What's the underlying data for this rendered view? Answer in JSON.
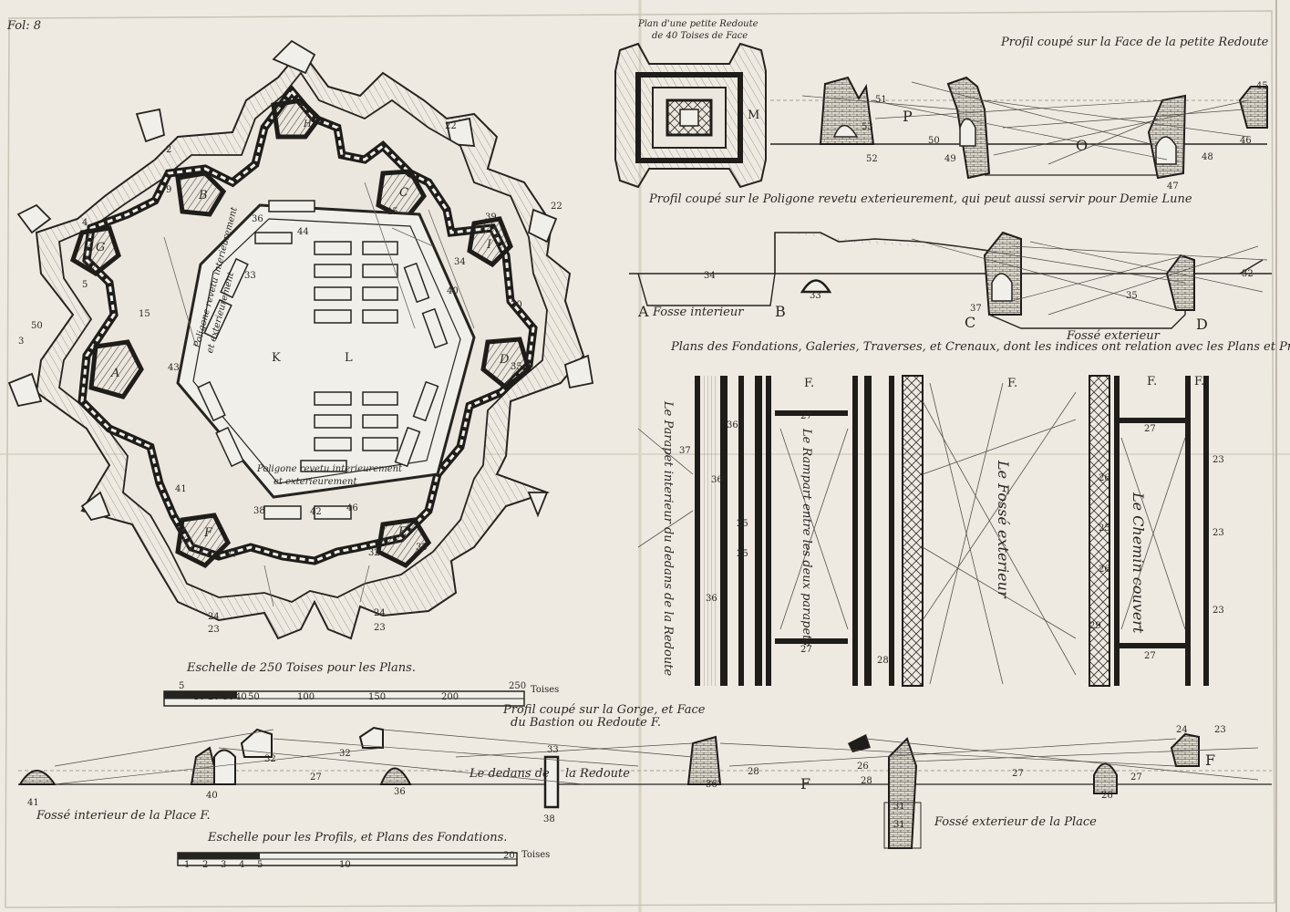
{
  "plate": {
    "folio": "Fol: 8",
    "fortress": {
      "letters": [
        "A",
        "B",
        "C",
        "D",
        "E",
        "F",
        "G",
        "H",
        "I",
        "K",
        "L"
      ],
      "inner_caption_1": "Poligone revetu interieurement",
      "inner_caption_2": "et exterieurement",
      "edge_text_1": "Poligone revetu interieurement",
      "edge_text_2": "et exterieurement",
      "bastion_numbers": [
        "22",
        "22",
        "23",
        "23",
        "24",
        "24",
        "44",
        "45",
        "46",
        "42",
        "43",
        "39",
        "40",
        "30",
        "32",
        "9",
        "2",
        "4",
        "5",
        "3",
        "50",
        "15",
        "41",
        "34",
        "35",
        "38",
        "33",
        "35",
        "36",
        "37"
      ]
    },
    "redoubt_title_1": "Plan d'une petite Redoute",
    "redoubt_title_2": "de 40 Toises de Face",
    "redoubt_letter": "M",
    "profile_redoubt_title": "Profil coupé sur la Face de la petite Redoute",
    "profile_redoubt_letters": [
      "P",
      "O"
    ],
    "profile_redoubt_numbers": [
      "45",
      "46",
      "47",
      "48",
      "49",
      "50",
      "51",
      "52",
      "53"
    ],
    "profile_polygon_title": "Profil coupé sur le Poligone revetu exterieurement, qui peut aussi servir pour Demie Lune",
    "profile_polygon_letters": [
      "A",
      "B",
      "C",
      "D"
    ],
    "fosse_interieur": "Fosse interieur",
    "fosse_exterieur": "Fossé exterieur",
    "profile_polygon_numbers": [
      "34",
      "33",
      "35",
      "37",
      "32"
    ],
    "foundations_title": "Plans des Fondations, Galeries, Traverses, et Crenaux, dont les indices ont relation avec les Plans et Profil.",
    "foundation_letters": [
      "F.",
      "F.",
      "F.",
      "F."
    ],
    "foundation_texts": [
      "Le Parapet interieur du dedans de la Redoute",
      "Le Rampart entre les deux parapets",
      "Le Fossé exterieur",
      "Le Chemin couvert"
    ],
    "foundation_numbers": [
      "37",
      "36",
      "36",
      "25",
      "25",
      "36",
      "27",
      "27",
      "28",
      "26",
      "26",
      "25",
      "29",
      "23",
      "23",
      "23",
      "27",
      "27"
    ],
    "scale_plans_title": "Eschelle de 250 Toises pour les Plans.",
    "scale_plans_unit": "Toises",
    "scale_plans_ticks": [
      "5",
      "10",
      "20",
      "30",
      "40",
      "50",
      "100",
      "150",
      "200",
      "250"
    ],
    "profile_gorge_title_1": "Profil coupé sur la Gorge, et Face",
    "profile_gorge_title_2": "du Bastion ou Redoute F.",
    "le_dedans_1": "Le dedans de",
    "le_dedans_2": "la Redoute",
    "fosse_interieur_place": "Fossé interieur de la Place F.",
    "fosse_exterieur_place": "Fossé exterieur de la Place",
    "profile_gorge_numbers": [
      "41",
      "40",
      "32",
      "32",
      "36",
      "36",
      "38",
      "33",
      "27",
      "28",
      "26",
      "26",
      "28",
      "31",
      "31",
      "24",
      "23",
      "27",
      "27"
    ],
    "profile_gorge_letters": [
      "F",
      "F"
    ],
    "scale_profiles_title": "Eschelle pour les Profils, et Plans des Fondations.",
    "scale_profiles_unit": "Toises",
    "scale_profiles_ticks": [
      "1",
      "2",
      "3",
      "4",
      "5",
      "10",
      "20"
    ]
  },
  "colors": {
    "paper": "#f1efe9",
    "ink": "#262420",
    "hatch": "#55524c",
    "foxing": "#e2dcd0"
  }
}
